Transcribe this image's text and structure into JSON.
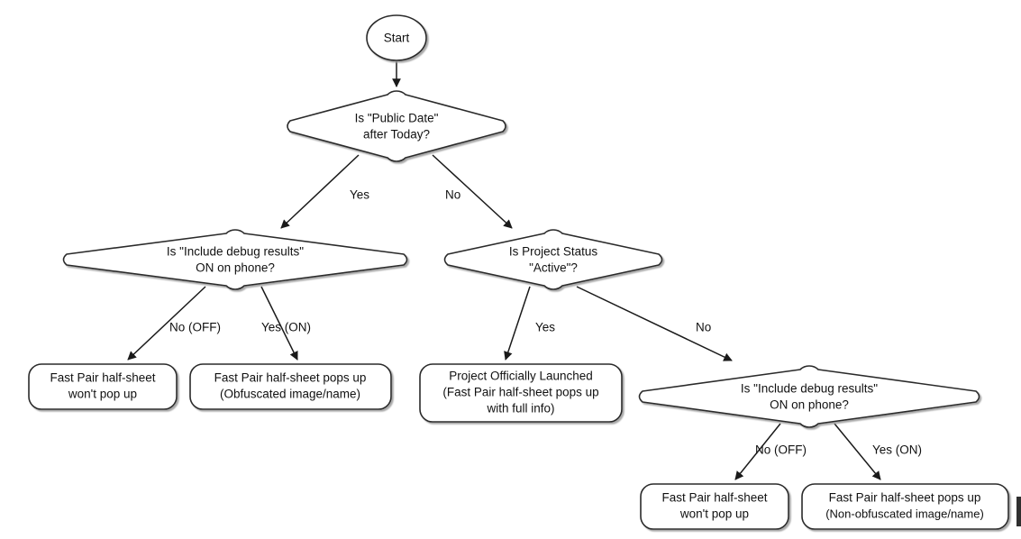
{
  "diagram": {
    "type": "flowchart",
    "title": "Fast Pair half-sheet visibility decision flow",
    "background_color": "#ffffff",
    "stroke_color": "#2b2b2b",
    "text_color": "#111111"
  },
  "nodes": {
    "start": {
      "shape": "ellipse",
      "label": "Start"
    },
    "decision_public_date": {
      "shape": "diamond",
      "line1": "Is \"Public Date\"",
      "line2": "after Today?"
    },
    "decision_debug_left": {
      "shape": "diamond",
      "line1": "Is \"Include debug results\"",
      "line2": "ON on phone?"
    },
    "decision_project_status": {
      "shape": "diamond",
      "line1": "Is Project Status",
      "line2": "\"Active\"?"
    },
    "decision_debug_right": {
      "shape": "diamond",
      "line1": "Is \"Include debug results\"",
      "line2": "ON on phone?"
    },
    "terminal_left_off": {
      "shape": "rounded-rect",
      "line1": "Fast Pair half-sheet",
      "line2": "won't pop up"
    },
    "terminal_left_on": {
      "shape": "rounded-rect",
      "line1": "Fast Pair half-sheet pops up",
      "line2": "(Obfuscated image/name)"
    },
    "terminal_launched": {
      "shape": "rounded-rect",
      "line1": "Project Officially Launched",
      "line2": "(Fast Pair half-sheet pops up",
      "line3": "with full info)"
    },
    "terminal_right_off": {
      "shape": "rounded-rect",
      "line1": "Fast Pair half-sheet",
      "line2": "won't pop up"
    },
    "terminal_right_on": {
      "shape": "rounded-rect",
      "line1": "Fast Pair half-sheet pops up",
      "line2": "(Non-obfuscated image/name)"
    }
  },
  "edge_labels": {
    "public_date_yes": "Yes",
    "public_date_no": "No",
    "debug_left_no": "No (OFF)",
    "debug_left_yes": "Yes (ON)",
    "project_status_yes": "Yes",
    "project_status_no": "No",
    "debug_right_no": "No (OFF)",
    "debug_right_yes": "Yes (ON)"
  }
}
